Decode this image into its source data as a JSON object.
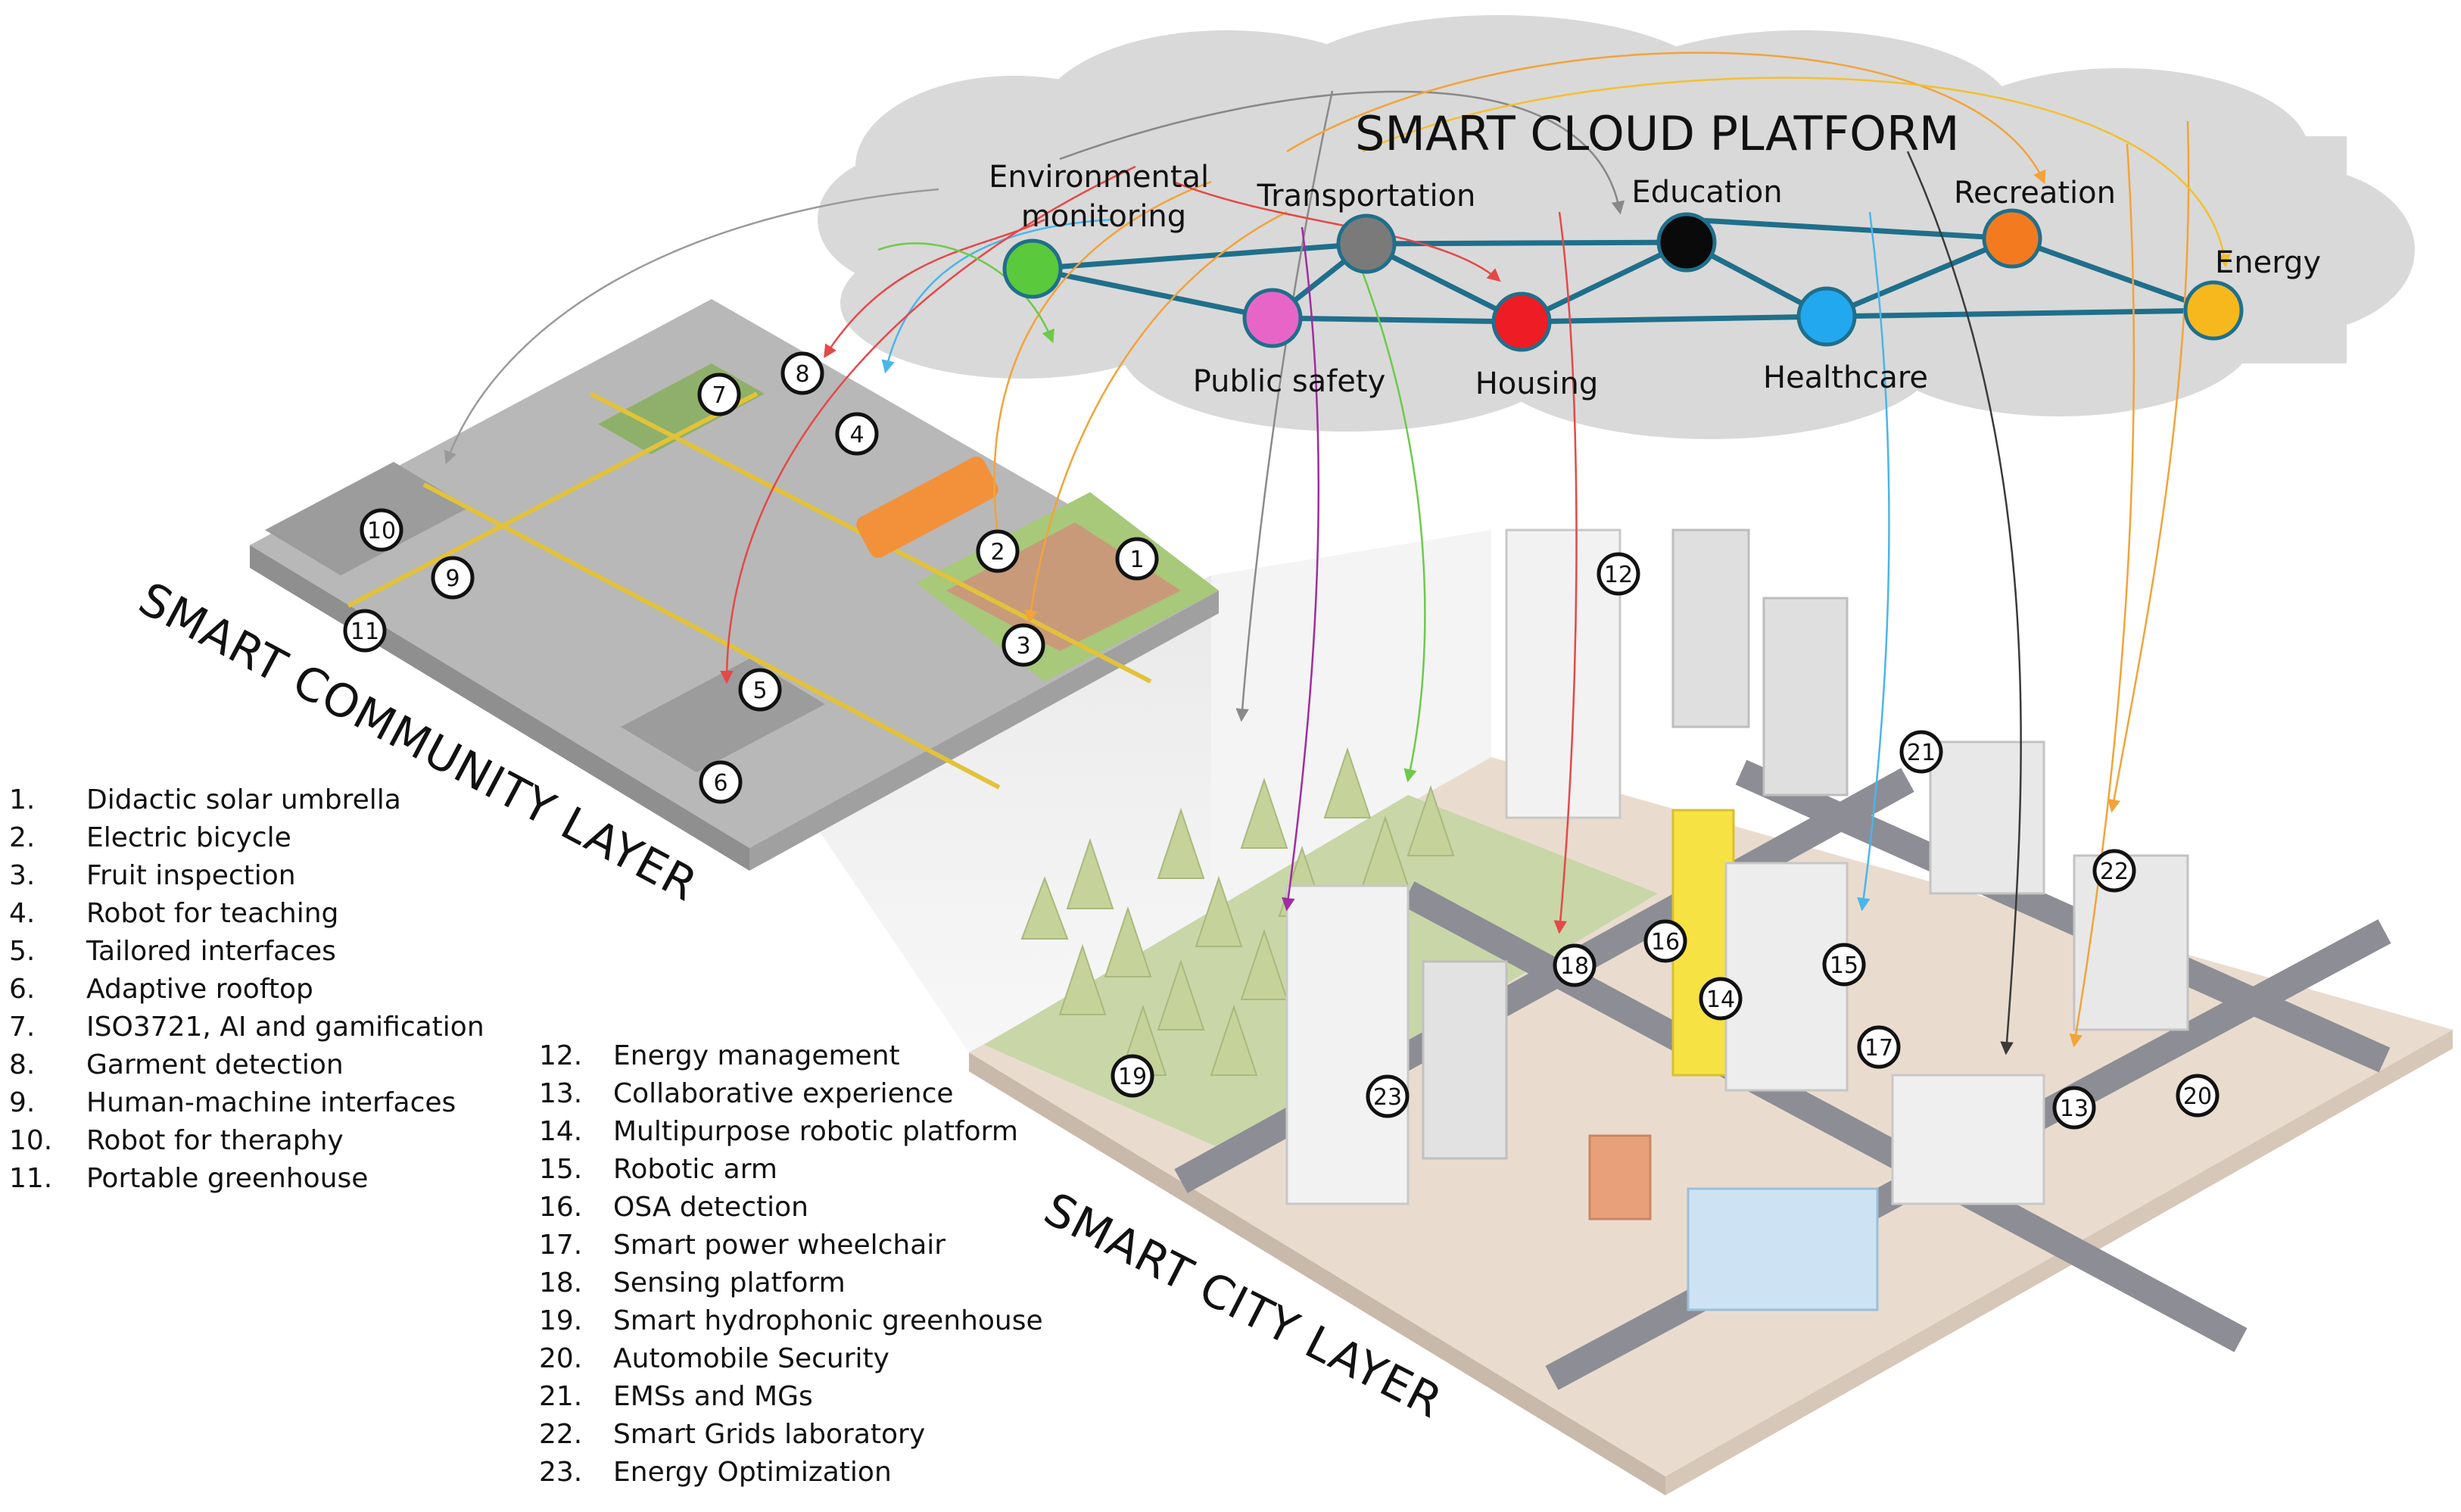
{
  "cloud": {
    "title": "SMART CLOUD PLATFORM",
    "nodes": [
      {
        "label": "Environmental\nmonitoring",
        "color": "#5ac93c"
      },
      {
        "label": "Transportation",
        "color": "#7a7a7a"
      },
      {
        "label": "Education",
        "color": "#0a0a0a"
      },
      {
        "label": "Recreation",
        "color": "#f47a1f"
      },
      {
        "label": "Energy",
        "color": "#f7b81d"
      },
      {
        "label": "Public safety",
        "color": "#e865c8"
      },
      {
        "label": "Housing",
        "color": "#ee1c25"
      },
      {
        "label": "Healthcare",
        "color": "#22a8ee"
      }
    ]
  },
  "layers": {
    "community": "SMART COMMUNITY LAYER",
    "city": "SMART CITY LAYER"
  },
  "markers": [
    "1",
    "2",
    "3",
    "4",
    "5",
    "6",
    "7",
    "8",
    "9",
    "10",
    "11",
    "12",
    "13",
    "14",
    "15",
    "16",
    "17",
    "18",
    "19",
    "20",
    "21",
    "22",
    "23"
  ],
  "legend_community": [
    {
      "num": "1.",
      "label": "Didactic solar umbrella"
    },
    {
      "num": "2.",
      "label": "Electric bicycle"
    },
    {
      "num": "3.",
      "label": "Fruit inspection"
    },
    {
      "num": "4.",
      "label": "Robot for teaching"
    },
    {
      "num": "5.",
      "label": "Tailored interfaces"
    },
    {
      "num": "6.",
      "label": "Adaptive rooftop"
    },
    {
      "num": "7.",
      "label": "ISO3721, AI and gamification"
    },
    {
      "num": "8.",
      "label": "Garment detection"
    },
    {
      "num": "9.",
      "label": "Human-machine interfaces"
    },
    {
      "num": "10.",
      "label": "Robot for theraphy"
    },
    {
      "num": "11.",
      "label": "Portable greenhouse"
    }
  ],
  "legend_city": [
    {
      "num": "12.",
      "label": "Energy management"
    },
    {
      "num": "13.",
      "label": "Collaborative experience"
    },
    {
      "num": "14.",
      "label": "Multipurpose robotic platform"
    },
    {
      "num": "15.",
      "label": "Robotic arm"
    },
    {
      "num": "16.",
      "label": "OSA detection"
    },
    {
      "num": "17.",
      "label": "Smart power wheelchair"
    },
    {
      "num": "18.",
      "label": "Sensing platform"
    },
    {
      "num": "19.",
      "label": "Smart hydrophonic greenhouse"
    },
    {
      "num": "20.",
      "label": "Automobile Security"
    },
    {
      "num": "21.",
      "label": "EMSs and MGs"
    },
    {
      "num": "22.",
      "label": "Smart Grids laboratory"
    },
    {
      "num": "23.",
      "label": "Energy Optimization"
    }
  ]
}
